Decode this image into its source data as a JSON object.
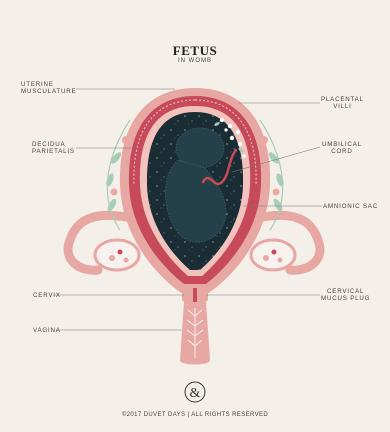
{
  "title": "FETUS",
  "subtitle": "IN WOMB",
  "labels": {
    "uterine_musculature": [
      "UTERINE",
      "MUSCULATURE"
    ],
    "decidua_parietalis": [
      "DECIDUA",
      "PARIETALIS"
    ],
    "cervix": "CERVIX",
    "vagina": "VAGINA",
    "placental_villi": [
      "PLACENTAL",
      "VILLI"
    ],
    "umbilical_cord": [
      "UMBILICAL",
      "CORD"
    ],
    "amnionic_sac": "AMNIONIC SAC",
    "cervical_mucus_plug": [
      "CERVICAL",
      "MUCUS PLUG"
    ]
  },
  "logo_symbol": "&",
  "copyright": "©2017 DUVET DAYS | ALL RIGHTS RESERVED",
  "colors": {
    "background": "#f4efe9",
    "uterus_pink": "#e7a7a2",
    "uterus_dark": "#c74a5a",
    "amnion_fill": "#1b2d34",
    "leaf_green": "#a8cdb6",
    "flower_pink": "#e9a9a0"
  }
}
